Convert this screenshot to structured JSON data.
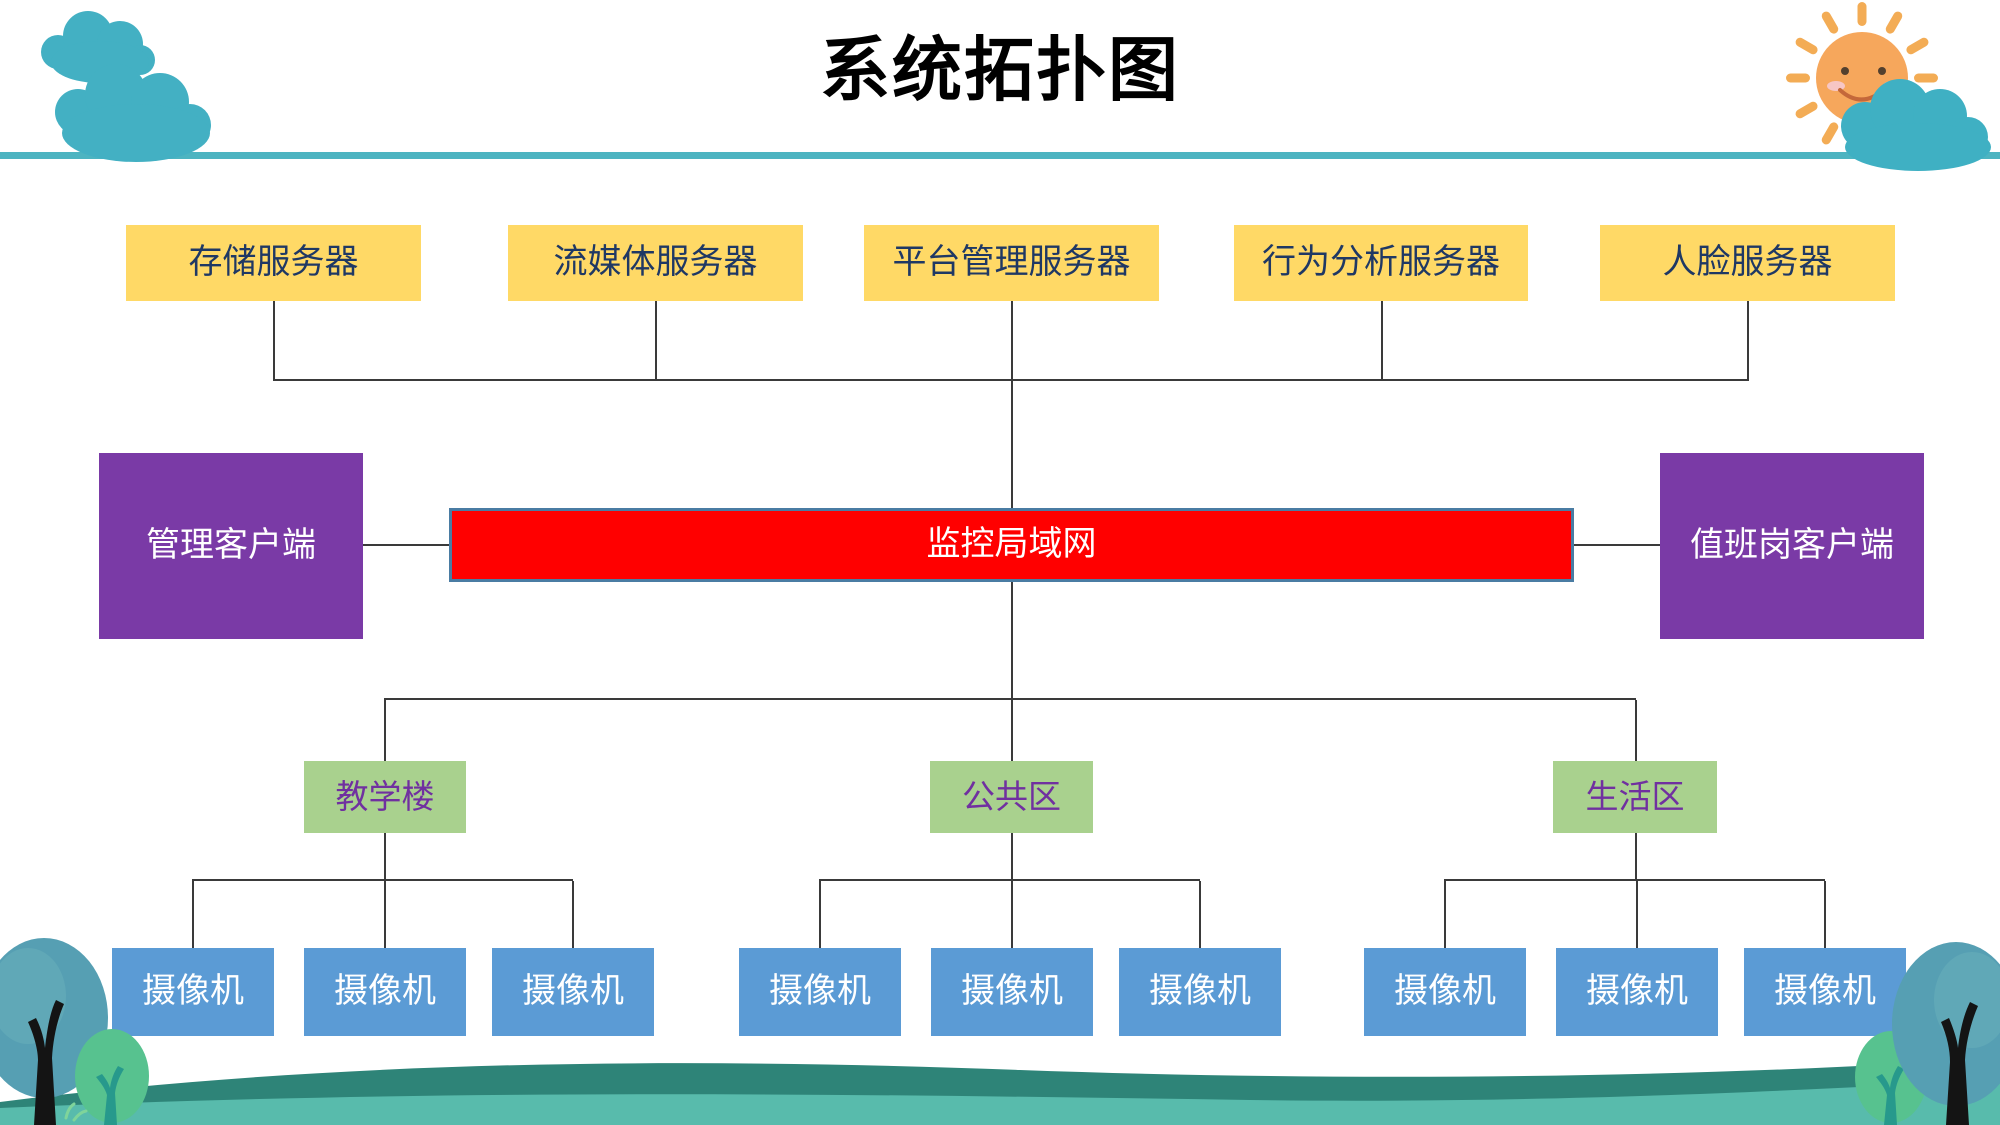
{
  "title": "系统拓扑图",
  "nodes": {
    "servers": [
      "存储服务器",
      "流媒体服务器",
      "平台管理服务器",
      "行为分析服务器",
      "人脸服务器"
    ],
    "network": "监控局域网",
    "client_left": "管理客户端",
    "client_right": "值班岗客户端",
    "zones": [
      "教学楼",
      "公共区",
      "生活区"
    ],
    "camera": "摄像机"
  },
  "colors": {
    "server_fill": "#FFD966",
    "server_text": "#1F3864",
    "network_fill": "#FF0000",
    "network_border": "#4A7CA3",
    "client_fill": "#7A3AA6",
    "client_text": "#FFFFFF",
    "zone_fill": "#A9D18E",
    "zone_text": "#7030A0",
    "camera_fill": "#5B9BD5",
    "camera_text": "#FFFFFF",
    "divider": "#4DB4C1",
    "connector": "#3A3A3A",
    "cloud": "#43B0C3",
    "sun": "#F6A75C",
    "hill_dark": "#2E8478",
    "hill_light": "#58BBAC"
  },
  "decor": {
    "top_left": "teal-clouds",
    "top_right": "smiling-sun-with-cloud",
    "bottom": "teal-hills-with-trees"
  }
}
